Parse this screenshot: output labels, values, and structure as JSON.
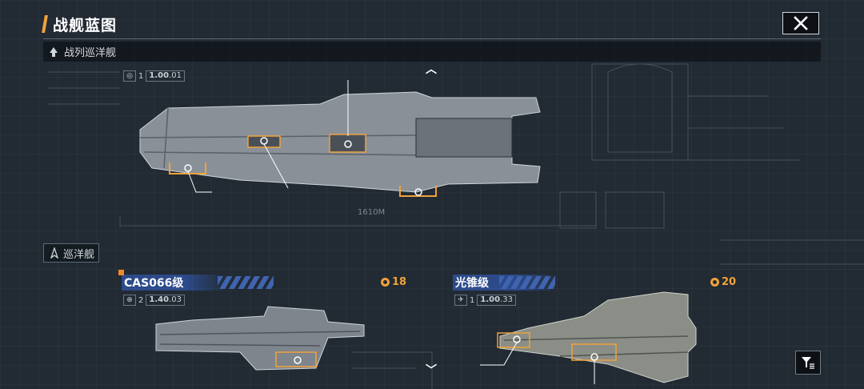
{
  "header": {
    "title": "战舰蓝图",
    "close_icon": "close-icon"
  },
  "categories": {
    "battlecruiser": {
      "label": "战列巡洋舰",
      "icon": "battlecruiser-class-icon"
    },
    "cruiser": {
      "label": "巡洋舰",
      "icon": "cruiser-class-icon"
    }
  },
  "featured_ship": {
    "meta_tier": "1",
    "meta_value": "1.00",
    "meta_sub": ".01",
    "length_label": "1610M"
  },
  "ships": [
    {
      "name": "CAS066级",
      "tier": "2",
      "value": "1.40",
      "sub": ".03",
      "cost": "18",
      "icon": "globe-icon"
    },
    {
      "name": "光锥级",
      "tier": "1",
      "value": "1.00",
      "sub": ".33",
      "cost": "20",
      "icon": "ship-badge-icon"
    }
  ],
  "colors": {
    "accent": "#f0a23a",
    "name_bg": "#2c4a8a",
    "background": "#222a33"
  }
}
